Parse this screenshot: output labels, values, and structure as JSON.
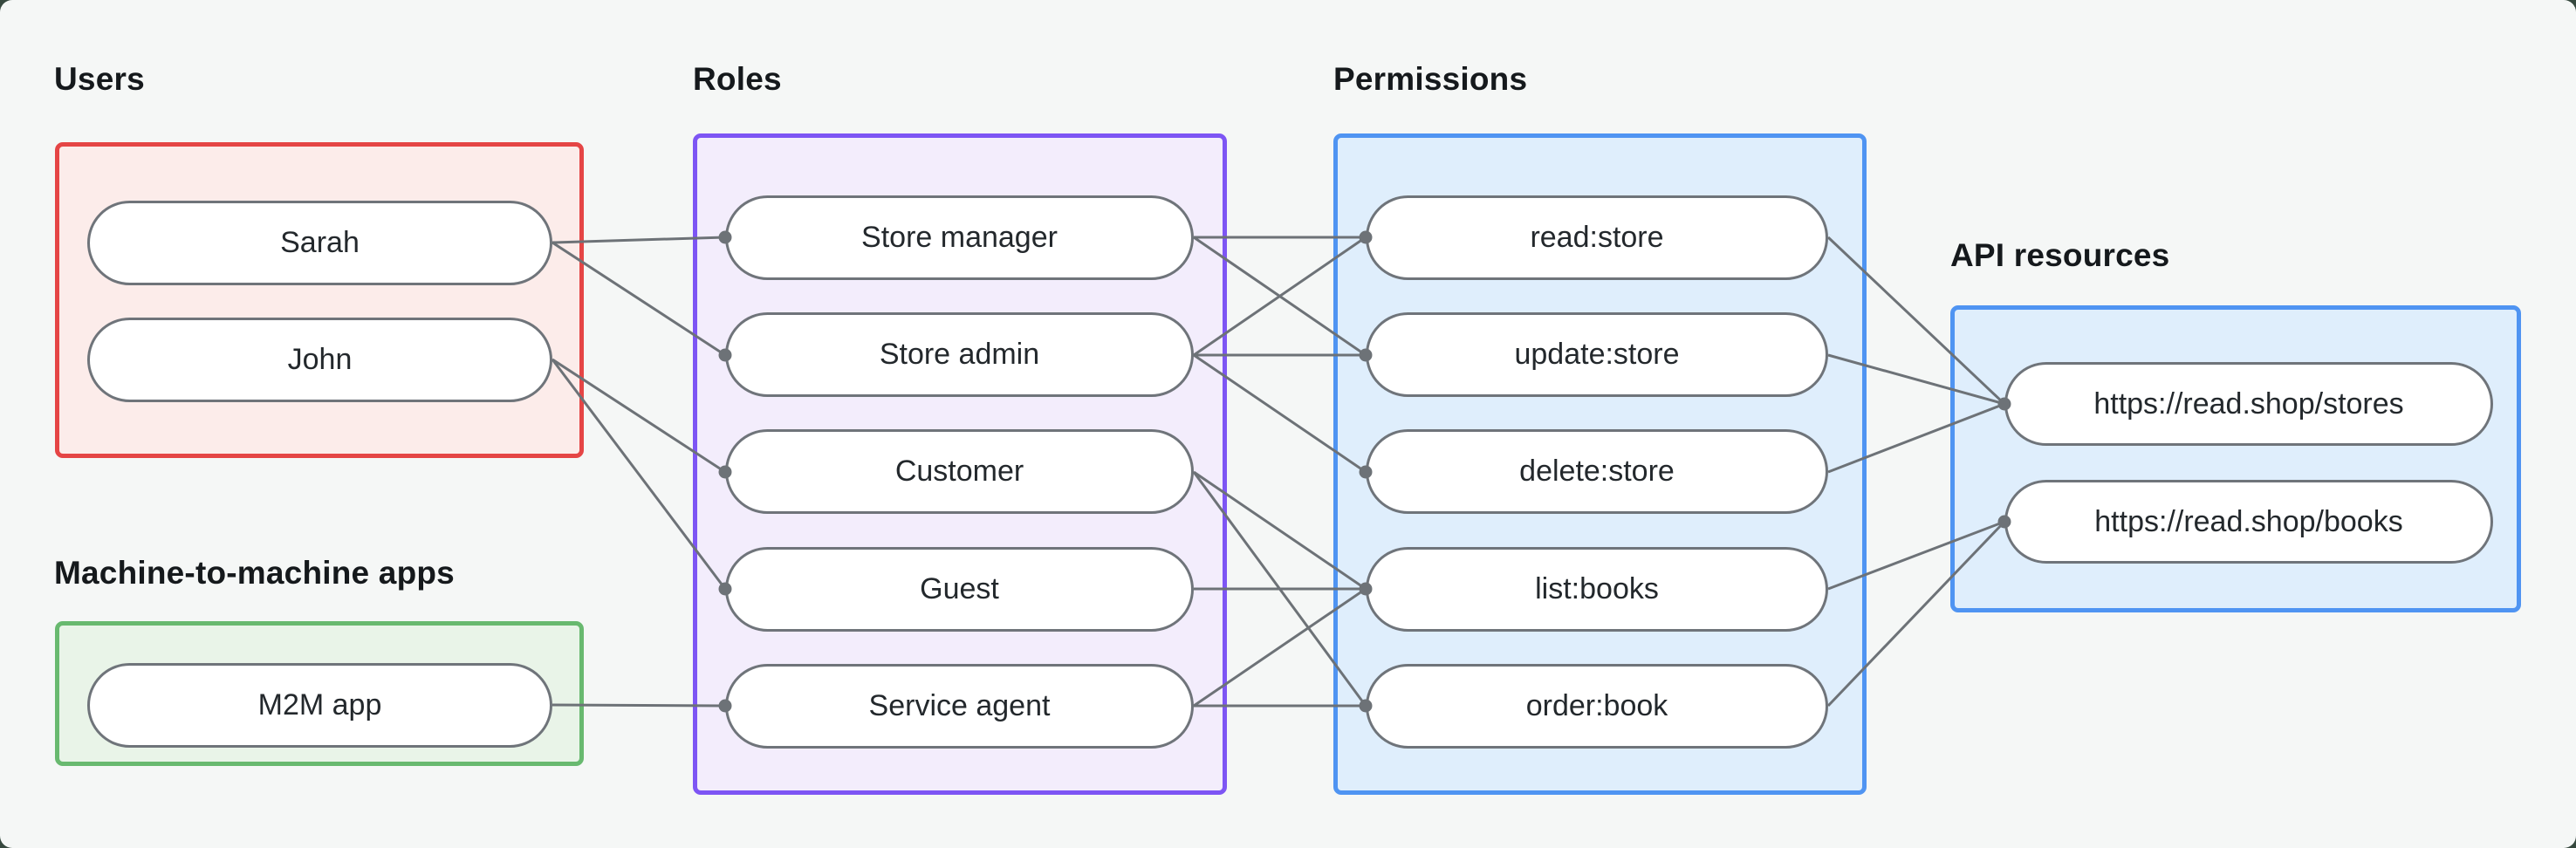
{
  "canvas": {
    "outer_background": "#37493f",
    "card_background": "#f5f7f6"
  },
  "groups": {
    "users": {
      "label": "Users",
      "border_color": "#e54545",
      "fill_color": "#fcecea",
      "nodes": [
        {
          "id": "sarah",
          "label": "Sarah"
        },
        {
          "id": "john",
          "label": "John"
        }
      ]
    },
    "m2m": {
      "label": "Machine-to-machine apps",
      "border_color": "#68b96f",
      "fill_color": "#e9f4e8",
      "nodes": [
        {
          "id": "m2m-app",
          "label": "M2M app"
        }
      ]
    },
    "roles": {
      "label": "Roles",
      "border_color": "#7d55f4",
      "fill_color": "#f3edfc",
      "nodes": [
        {
          "id": "store-manager",
          "label": "Store manager"
        },
        {
          "id": "store-admin",
          "label": "Store admin"
        },
        {
          "id": "customer",
          "label": "Customer"
        },
        {
          "id": "guest",
          "label": "Guest"
        },
        {
          "id": "service-agent",
          "label": "Service agent"
        }
      ]
    },
    "permissions": {
      "label": "Permissions",
      "border_color": "#4f94f2",
      "fill_color": "#dfeefc",
      "nodes": [
        {
          "id": "read-store",
          "label": "read:store"
        },
        {
          "id": "update-store",
          "label": "update:store"
        },
        {
          "id": "delete-store",
          "label": "delete:store"
        },
        {
          "id": "list-books",
          "label": "list:books"
        },
        {
          "id": "order-book",
          "label": "order:book"
        }
      ]
    },
    "api_resources": {
      "label": "API resources",
      "border_color": "#4f94f2",
      "fill_color": "#dfeefc",
      "nodes": [
        {
          "id": "stores-api",
          "label": "https://read.shop/stores"
        },
        {
          "id": "books-api",
          "label": "https://read.shop/books"
        }
      ]
    }
  },
  "edges": [
    {
      "from": "sarah",
      "to": "store-manager"
    },
    {
      "from": "sarah",
      "to": "store-admin"
    },
    {
      "from": "john",
      "to": "customer"
    },
    {
      "from": "john",
      "to": "guest"
    },
    {
      "from": "m2m-app",
      "to": "service-agent"
    },
    {
      "from": "store-manager",
      "to": "read-store"
    },
    {
      "from": "store-manager",
      "to": "update-store"
    },
    {
      "from": "store-admin",
      "to": "read-store"
    },
    {
      "from": "store-admin",
      "to": "update-store"
    },
    {
      "from": "store-admin",
      "to": "delete-store"
    },
    {
      "from": "customer",
      "to": "list-books"
    },
    {
      "from": "customer",
      "to": "order-book"
    },
    {
      "from": "guest",
      "to": "list-books"
    },
    {
      "from": "service-agent",
      "to": "list-books"
    },
    {
      "from": "service-agent",
      "to": "order-book"
    },
    {
      "from": "read-store",
      "to": "stores-api"
    },
    {
      "from": "update-store",
      "to": "stores-api"
    },
    {
      "from": "delete-store",
      "to": "stores-api"
    },
    {
      "from": "list-books",
      "to": "books-api"
    },
    {
      "from": "order-book",
      "to": "books-api"
    }
  ],
  "edge_style": {
    "line_color": "#6d7277",
    "line_width": 3,
    "dot_radius": 7.5,
    "dot_color": "#6d7277"
  }
}
